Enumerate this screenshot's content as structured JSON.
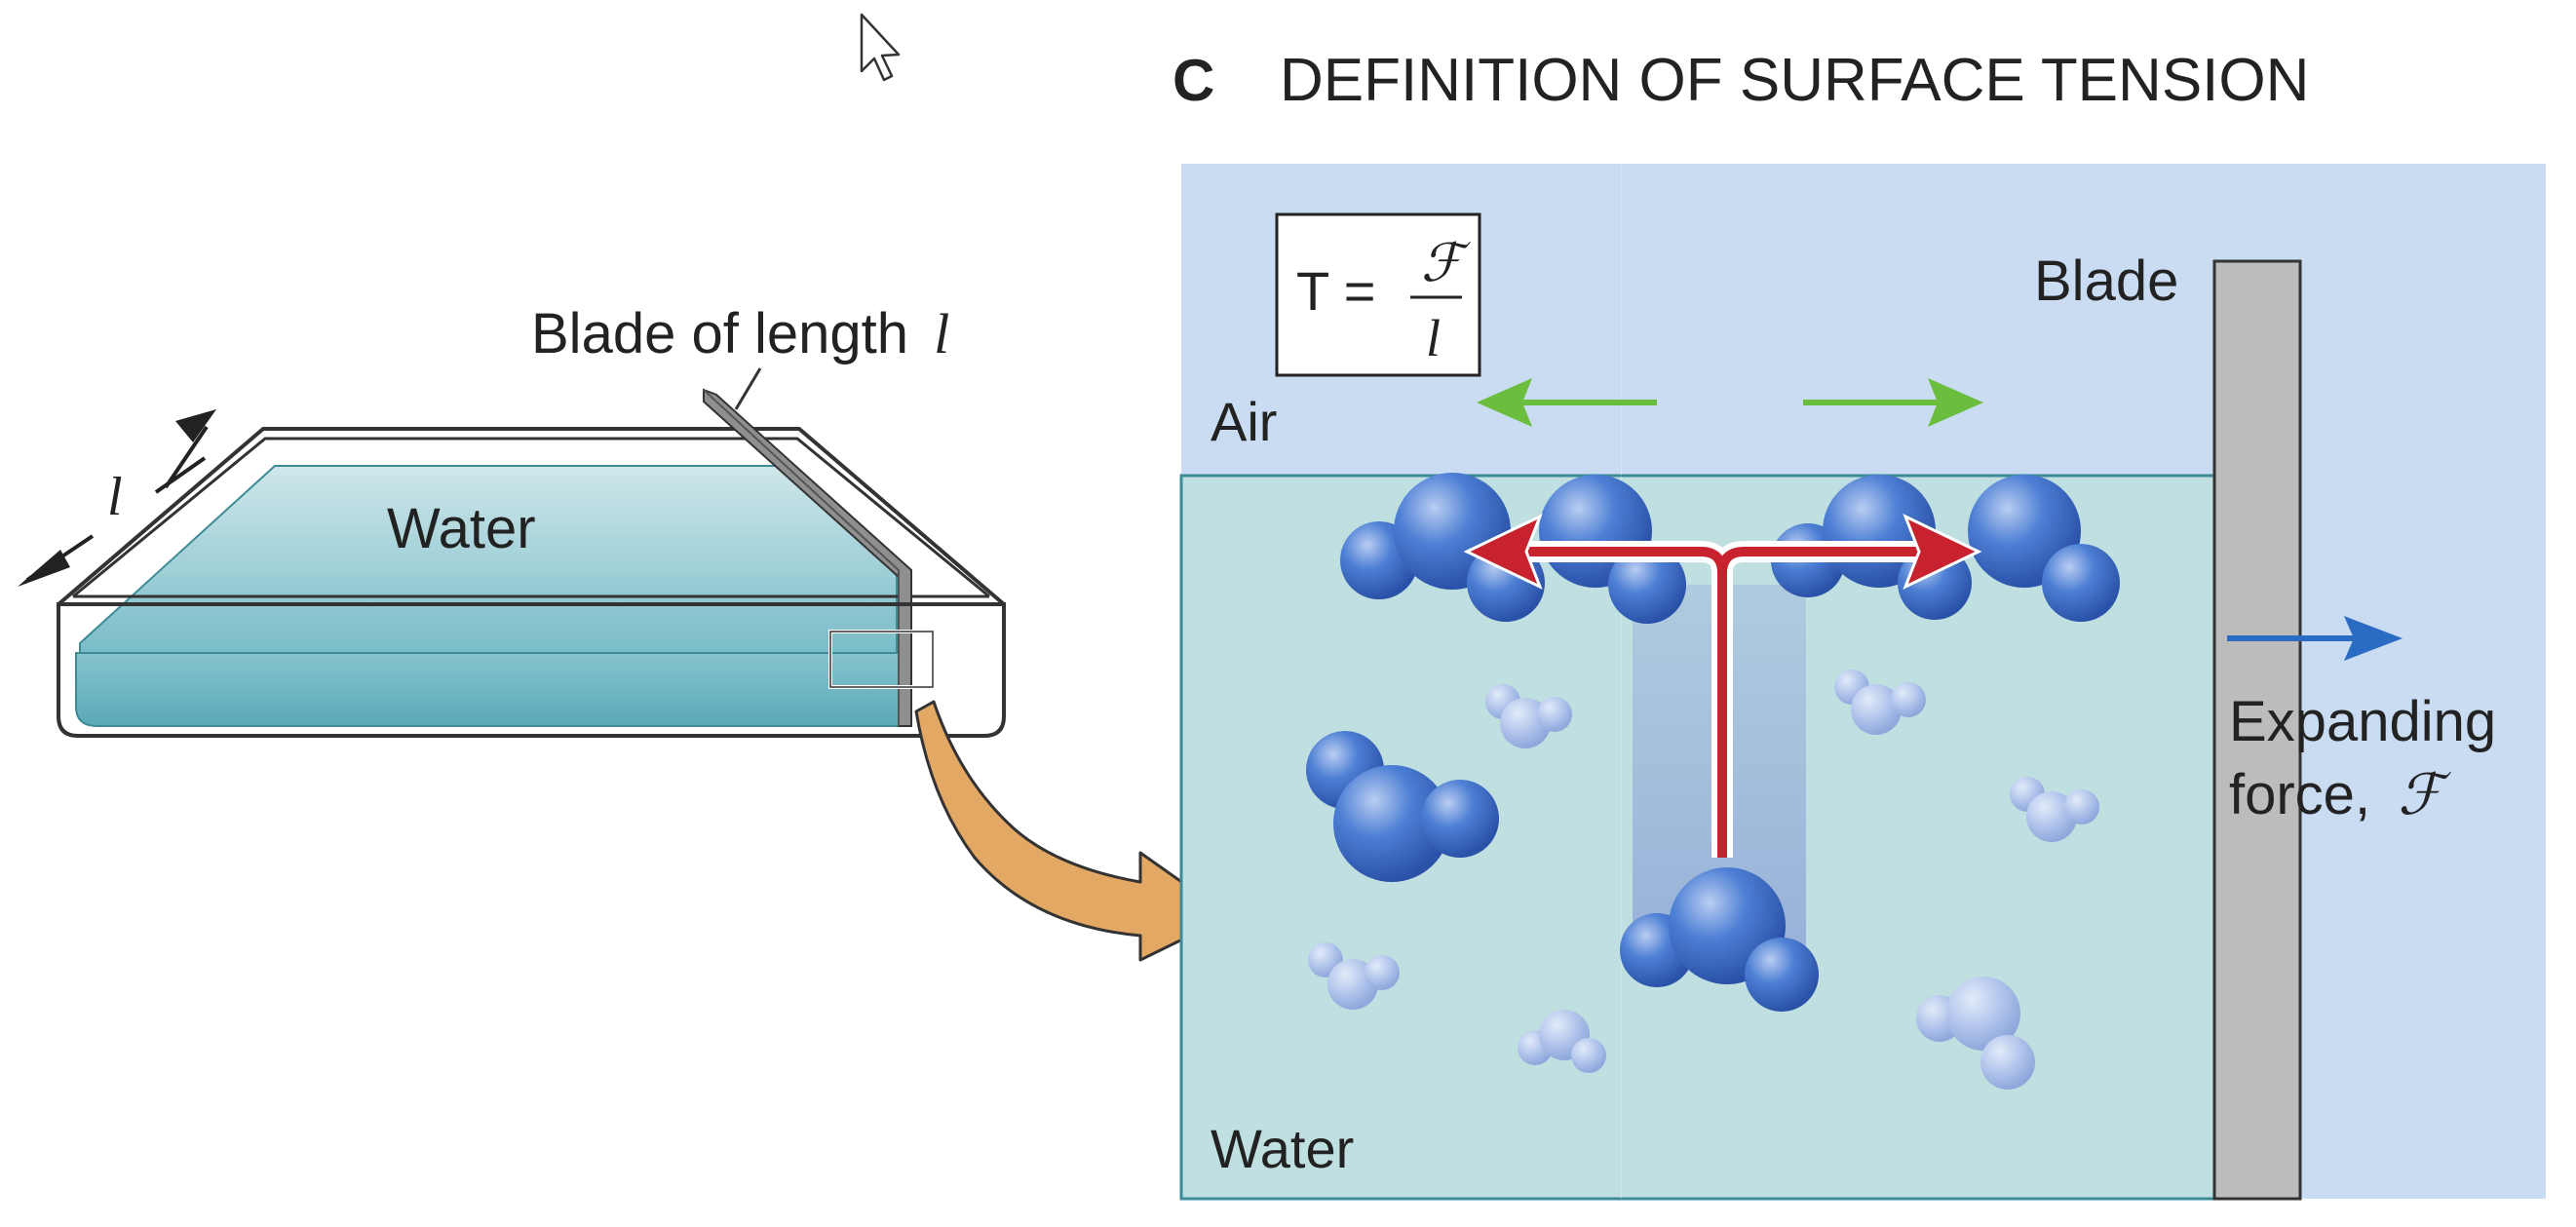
{
  "panel": {
    "letter": "C",
    "title": "DEFINITION OF SURFACE TENSION"
  },
  "left_figure": {
    "blade_label": "Blade of length",
    "blade_label_var": "l",
    "water_label": "Water",
    "length_arrow_label": "l"
  },
  "right_figure": {
    "formula": {
      "lhs": "T =",
      "numerator": "ℱ",
      "denominator": "l"
    },
    "air_label": "Air",
    "water_label": "Water",
    "blade_label": "Blade",
    "force_label_line1": "Expanding",
    "force_label_line2": "force,",
    "force_symbol": "ℱ"
  },
  "colors": {
    "air": "#c9dcf2",
    "water_right": "#c0dfe0",
    "water_left": "#6fb7c4",
    "blade": "#bcbcbc",
    "blade_dark": "#8f8f8f",
    "molecule": "#3f6fc9",
    "molecule_light": "#a9bfe8",
    "force_red": "#c8222f",
    "green_arrow": "#6bbd3e",
    "blue_arrow": "#2a6bc4",
    "pointer_arrow": "#e3a864"
  },
  "icons": {
    "cursor": "mouse-pointer-icon"
  }
}
